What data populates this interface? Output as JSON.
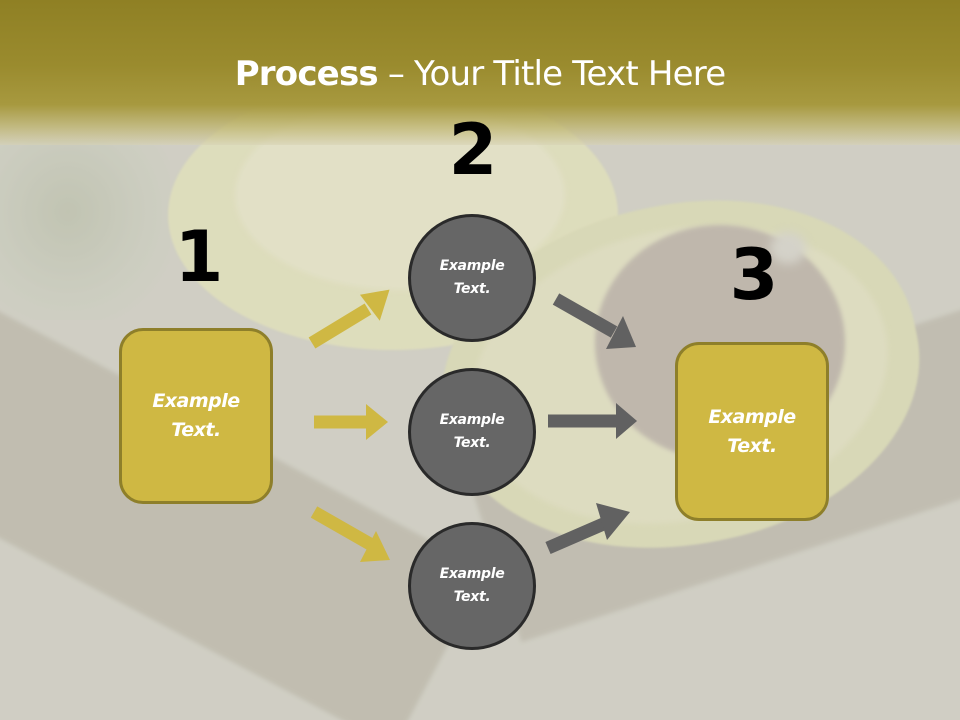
{
  "slide": {
    "title": {
      "strong": "Process",
      "rest": " – Your Title Text Here"
    },
    "colors": {
      "header": "#9a8b2e",
      "gold_fill": "#cfb843",
      "gold_border": "#8e7f2a",
      "circle_fill": "#666666",
      "circle_border": "#2a2a2a",
      "gold_arrow": "#cfb843",
      "gray_arrow": "#616161",
      "number_color": "#000000"
    },
    "steps": [
      {
        "number": "1",
        "label_line1": "Example",
        "label_line2": "Text."
      },
      {
        "number": "2"
      },
      {
        "number": "3",
        "label_line1": "Example",
        "label_line2": "Text."
      }
    ],
    "circles": [
      {
        "label_line1": "Example",
        "label_line2": "Text."
      },
      {
        "label_line1": "Example",
        "label_line2": "Text."
      },
      {
        "label_line1": "Example",
        "label_line2": "Text."
      }
    ],
    "arrows": {
      "gold": [
        "up-right",
        "right",
        "down-right"
      ],
      "gray": [
        "down-right",
        "right",
        "up-right"
      ]
    }
  }
}
